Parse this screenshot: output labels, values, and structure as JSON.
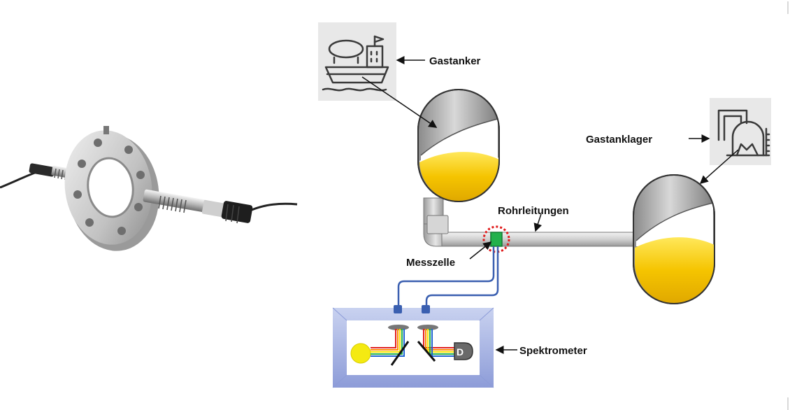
{
  "labels": {
    "gastanker": "Gastanker",
    "gastanklager": "Gastanklager",
    "rohrleitungen": "Rohrleitungen",
    "messzelle": "Messzelle",
    "spektrometer": "Spektrometer",
    "detector_letter": "D"
  },
  "icons": {
    "ship": "ship-icon",
    "storage": "storage-tank-icon"
  },
  "colors": {
    "liquid": "#f5c400",
    "tank_shell": "#a9a9a9",
    "pipe": "#d2d2d2",
    "measuring_cell": "#22b14c",
    "fiber": "#3a5fb0",
    "spectrometer_box": "#b7c3e8",
    "marker_ring": "#e01b1b"
  }
}
